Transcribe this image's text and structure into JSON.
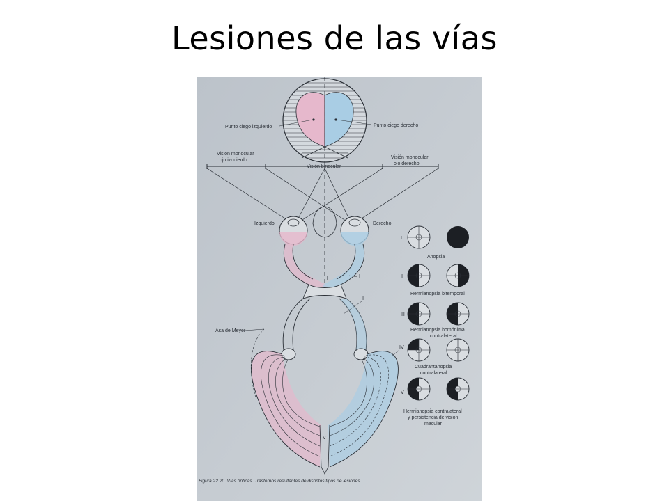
{
  "slide": {
    "title": "Lesiones de las vías"
  },
  "figure": {
    "labels": {
      "left_blind_spot": "Punto ciego izquierdo",
      "right_blind_spot": "Punto ciego derecho",
      "left_monocular_1": "Visión monocular",
      "left_monocular_2": "ojo izquierdo",
      "binocular": "Visión binocular",
      "right_monocular_1": "Visión monocular",
      "right_monocular_2": "ojo derecho",
      "left_eye": "Izquierdo",
      "right_eye": "Derecho",
      "meyer_loop": "Asa de Meyer",
      "lesion_I": "I",
      "lesion_II": "II",
      "lesion_IV": "IV",
      "lesion_V": "V"
    },
    "defects": [
      {
        "roman": "I",
        "caption_1": "Anopsia",
        "caption_2": ""
      },
      {
        "roman": "II",
        "caption_1": "Hermianopsia bitemporal",
        "caption_2": ""
      },
      {
        "roman": "III",
        "caption_1": "Hermianopsia homónima",
        "caption_2": "contralateral"
      },
      {
        "roman": "IV",
        "caption_1": "Cuadrantanopsia",
        "caption_2": "contralateral"
      },
      {
        "roman": "V",
        "caption_1": "Hermianopsia contralateral",
        "caption_2": "y persistencia de visión",
        "caption_3": "macular"
      }
    ],
    "caption": "Figura 22.20. Vías ópticas. Trastornos resultantes de distintos tipos de lesiones.",
    "colors": {
      "left_field": "#e6b8cc",
      "right_field": "#a9cde4",
      "paper": "#c6ccd2",
      "ink": "#2a2f36"
    }
  }
}
